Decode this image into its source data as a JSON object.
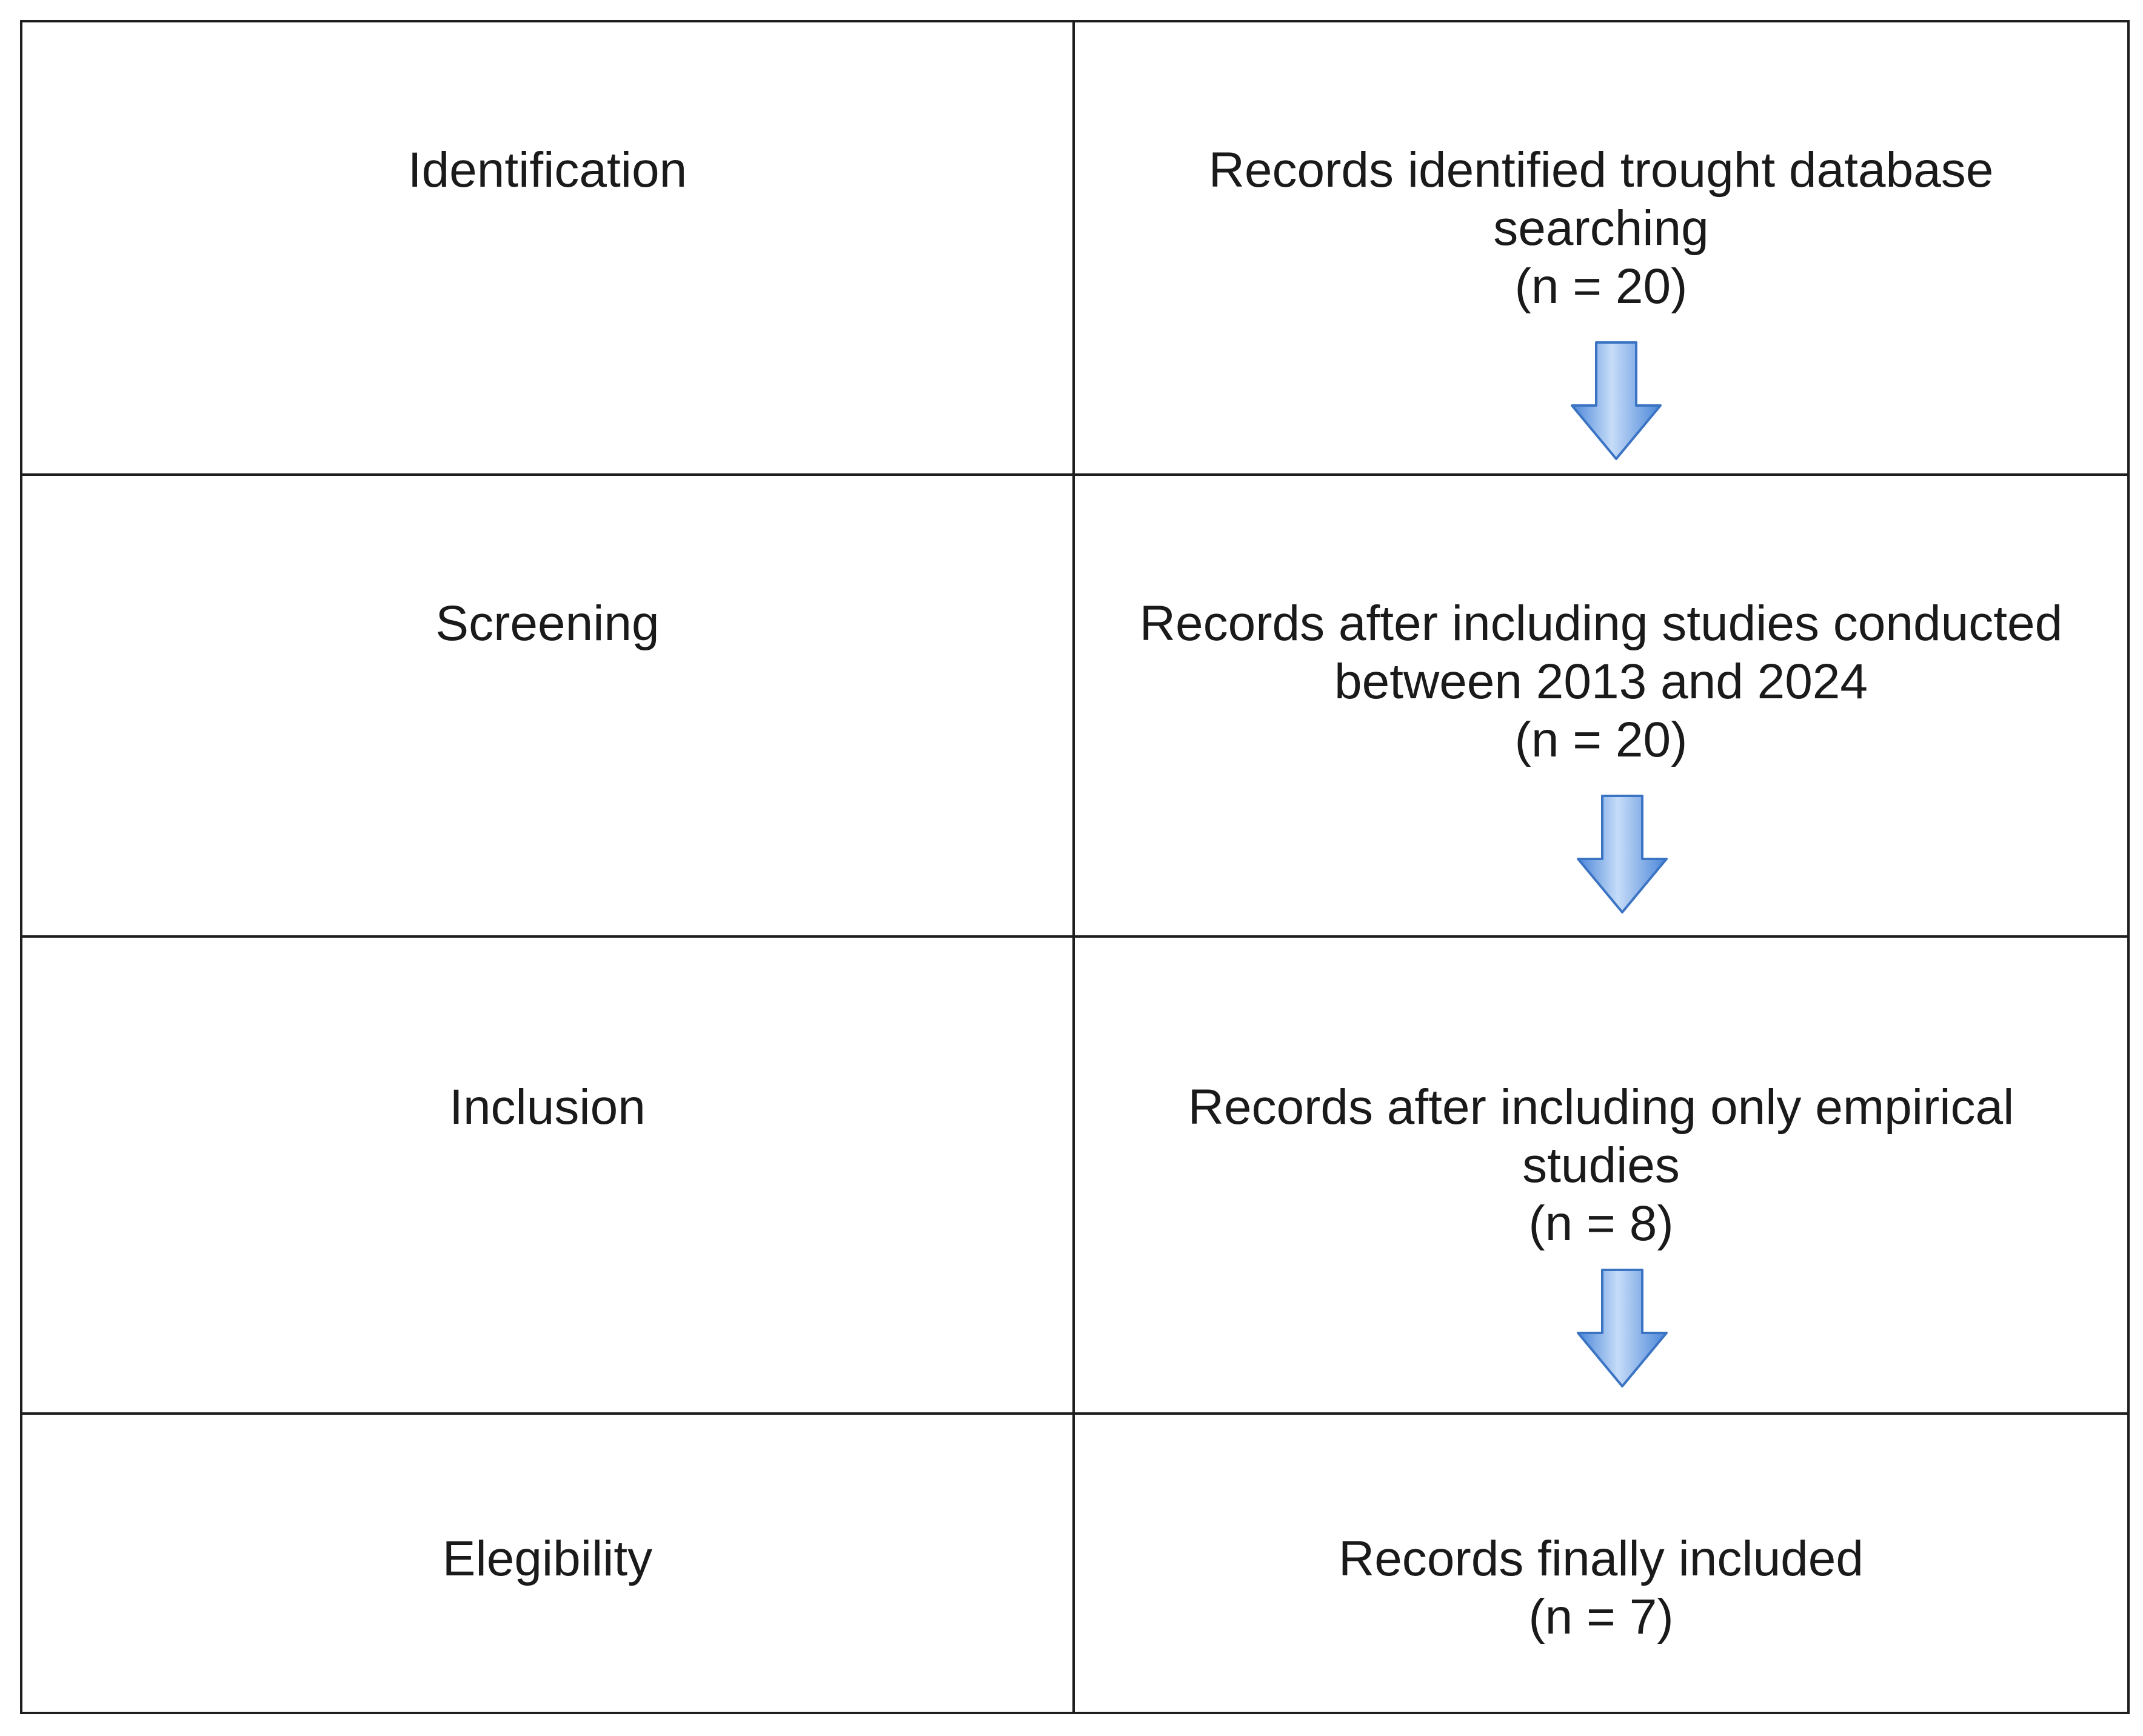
{
  "diagram": {
    "rows": [
      {
        "stage": "Identification",
        "description_lines": [
          "Records identified trought database",
          "searching",
          "(n = 20)"
        ],
        "arrow": "down-arrow-icon"
      },
      {
        "stage": "Screening",
        "description_lines": [
          "Records after including studies conducted",
          "between 2013 and 2024",
          "(n = 20)"
        ],
        "arrow": "down-arrow-icon"
      },
      {
        "stage": "Inclusion",
        "description_lines": [
          "Records after including only empirical",
          "studies",
          "(n = 8)"
        ],
        "arrow": "down-arrow-icon"
      },
      {
        "stage": "Elegibility",
        "description_lines": [
          "Records finally included",
          "(n = 7)"
        ]
      }
    ],
    "colors": {
      "border": "#1e1e1e",
      "arrow_fill_light": "#b9d3f5",
      "arrow_fill_dark": "#4a86d8",
      "arrow_stroke": "#3c74c4"
    }
  }
}
